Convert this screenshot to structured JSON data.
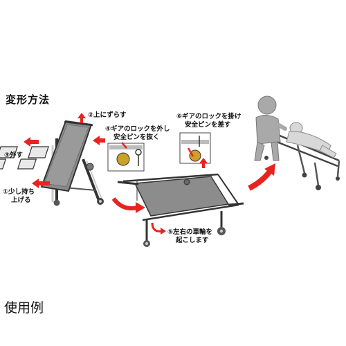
{
  "title": "変形方法",
  "footer": "使用例",
  "steps": {
    "s1": {
      "line1": "①少し持ち",
      "line2": "上げる"
    },
    "s2": {
      "line1": "②上にずらす"
    },
    "s3": {
      "line1": "③外す"
    },
    "s4": {
      "line1": "④ギアのロックを外し",
      "line2": "安全ピンを抜く"
    },
    "s5": {
      "line1": "⑤左右の車輪を",
      "line2": "起こします"
    },
    "s6": {
      "line1": "⑥ギアのロックを掛け",
      "line2": "安全ピンを差す"
    }
  },
  "colors": {
    "arrow": "#e8231f",
    "panel": "#8c8c8c",
    "frame": "#cfcfcf",
    "outline": "#333333",
    "figure": "#a9a9a9"
  }
}
